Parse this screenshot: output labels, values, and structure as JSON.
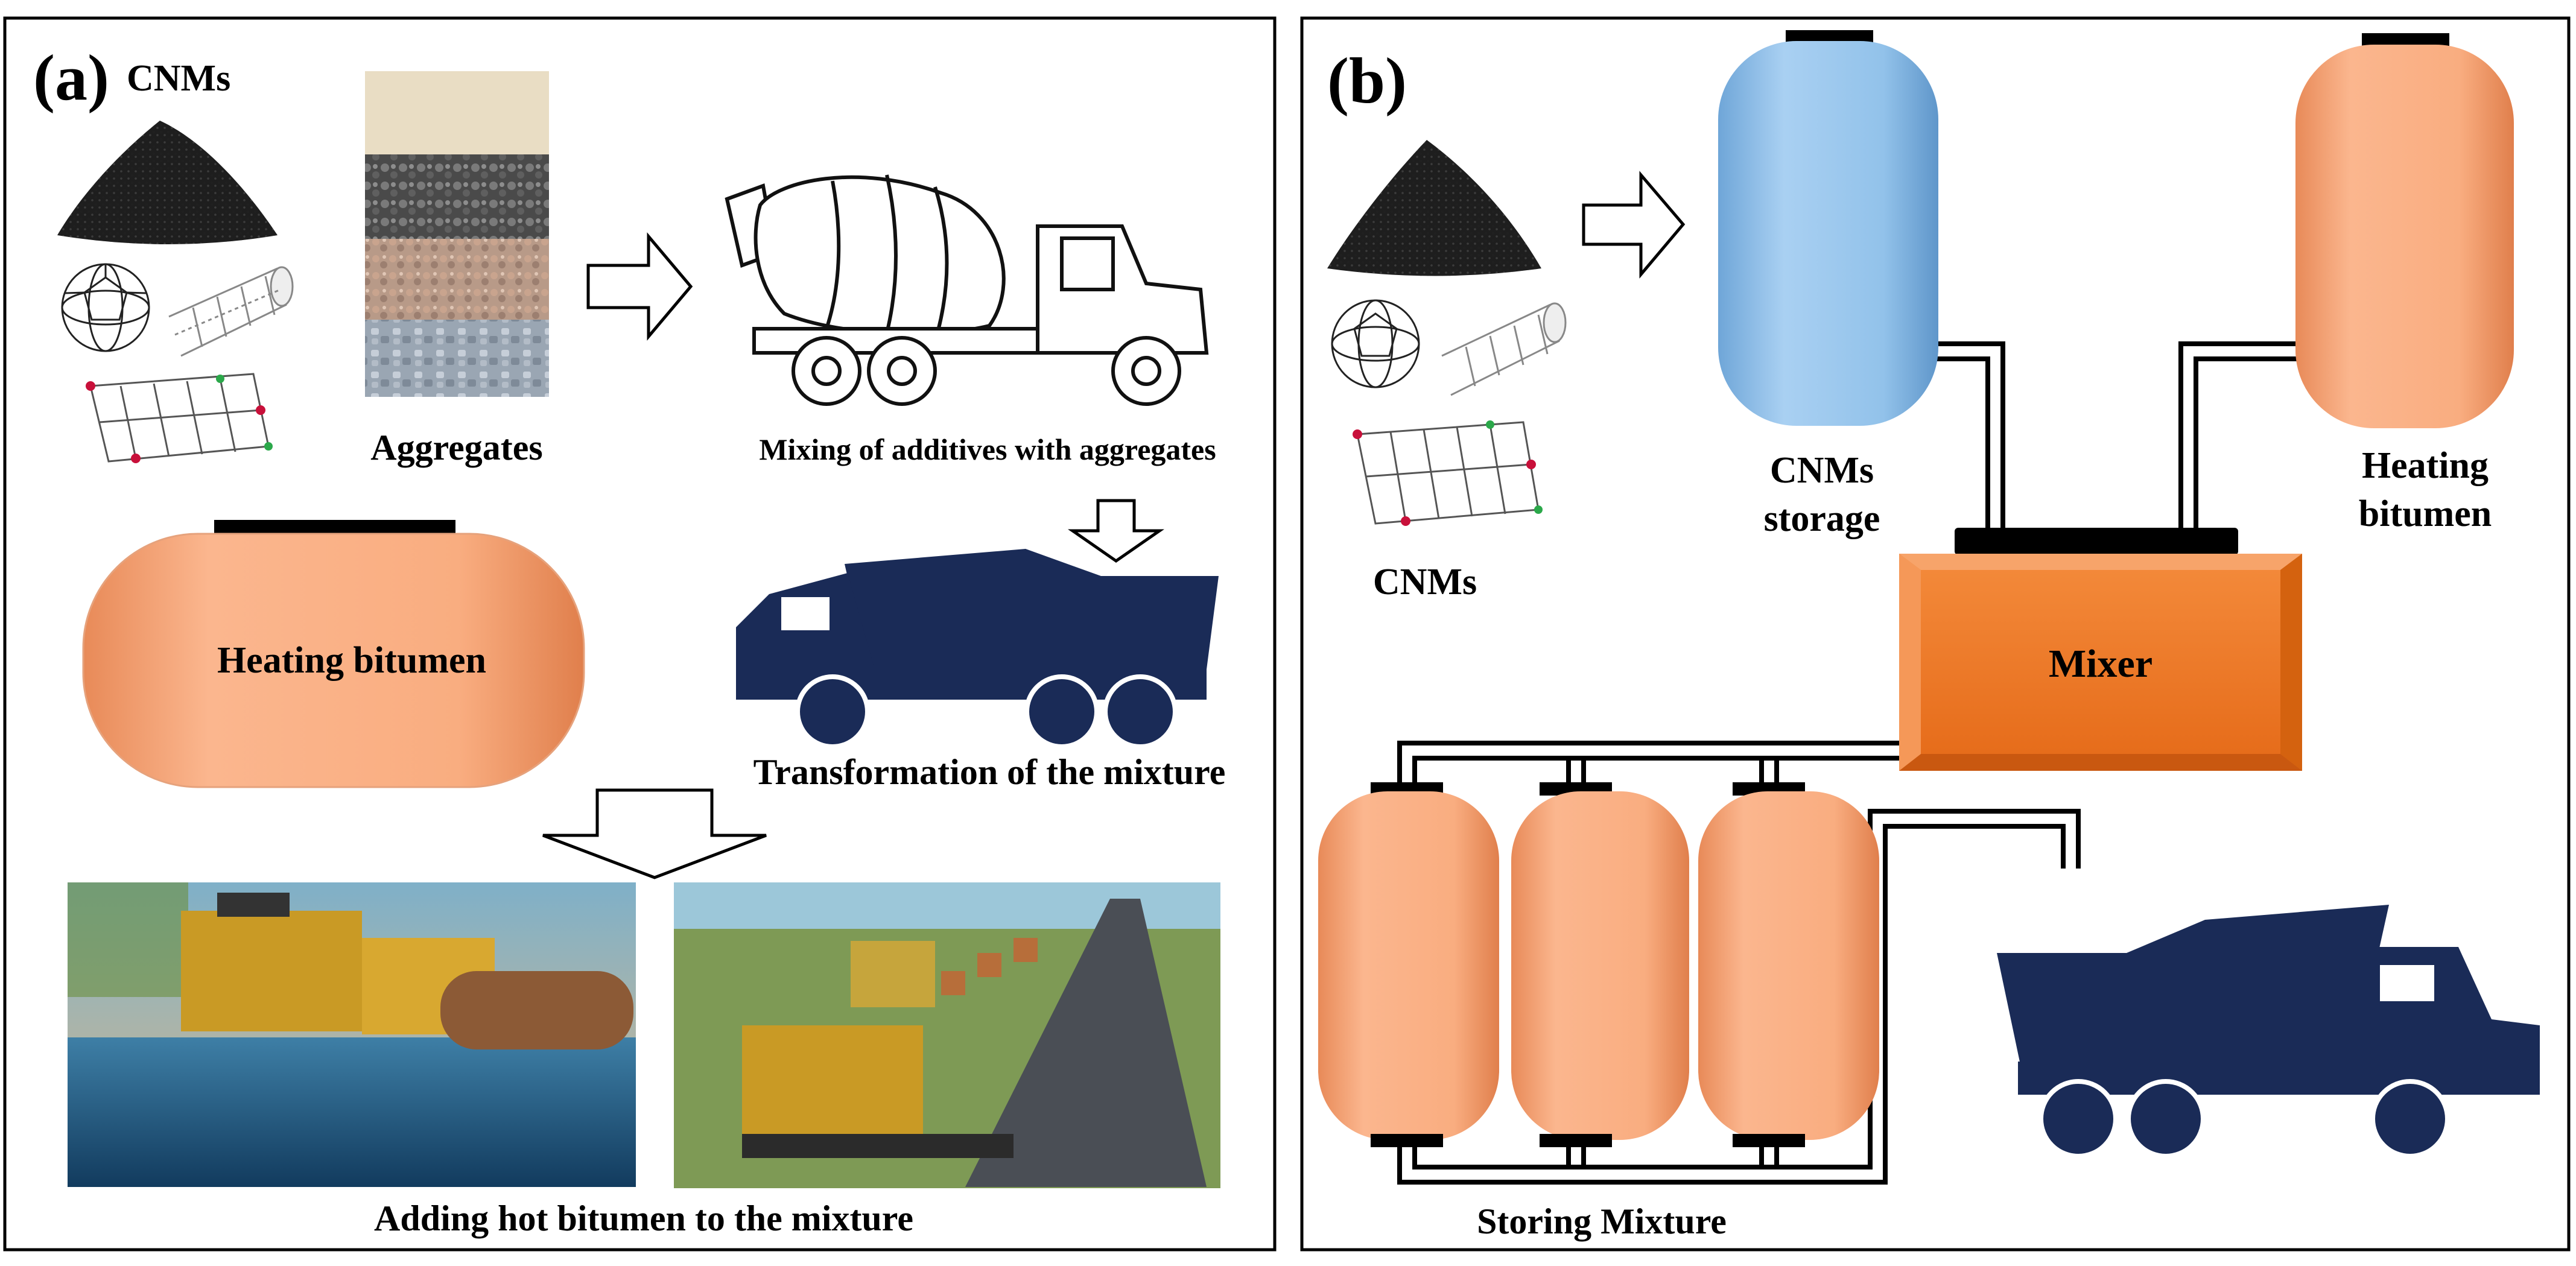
{
  "panel_a": {
    "label": "(a)",
    "cnms_label": "CNMs",
    "aggregates_label": "Aggregates",
    "mixing_label": "Mixing of additives with aggregates",
    "heating_label": "Heating bitumen",
    "transformation_label": "Transformation  of the mixture",
    "adding_label": "Adding hot bitumen to the mixture"
  },
  "panel_b": {
    "label": "(b)",
    "cnms_label": "CNMs",
    "cnms_storage_line1": "CNMs",
    "cnms_storage_line2": "storage",
    "heating_line1": "Heating",
    "heating_line2": "bitumen",
    "mixer_label": "Mixer",
    "storing_label": "Storing Mixture"
  },
  "colors": {
    "bitumen_tank": "#F9AD80",
    "cnm_tank": "#92C2EA",
    "mixer": "#EE7321",
    "truck": "#1A2B57",
    "border": "#000000"
  }
}
